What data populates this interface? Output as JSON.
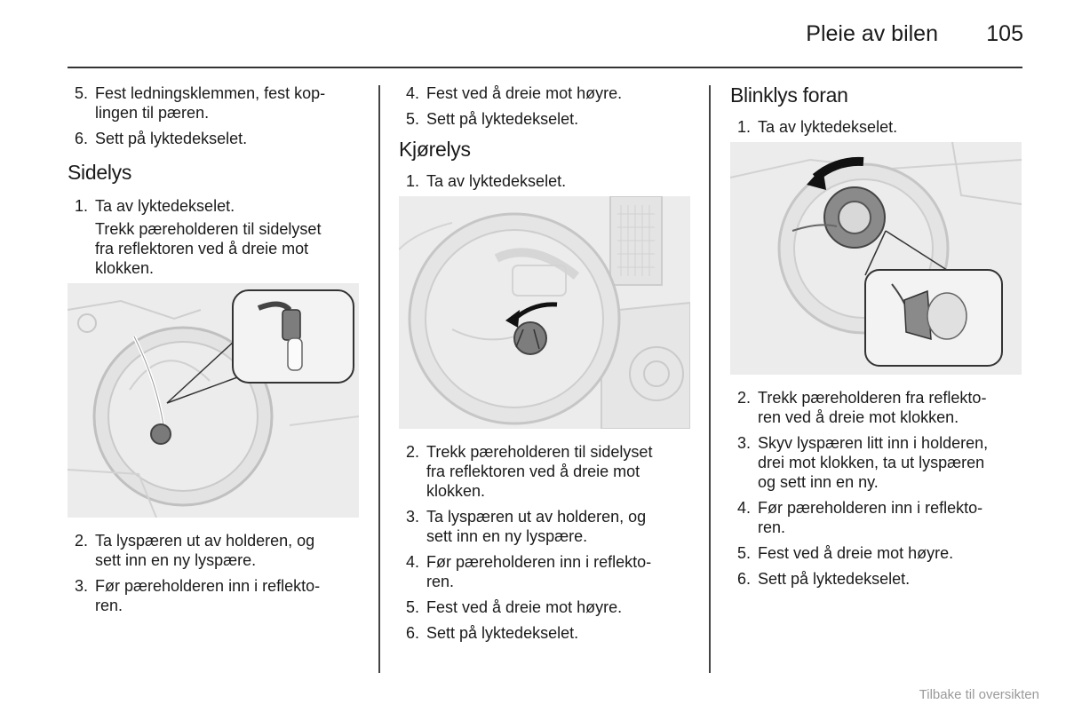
{
  "header": {
    "title": "Pleie av bilen",
    "page_number": "105"
  },
  "col1": {
    "items_top": [
      {
        "num": "5.",
        "text": "Fest ledningsklemmen, fest kop-\nlingen til pæren."
      },
      {
        "num": "6.",
        "text": "Sett på lyktedekselet."
      }
    ],
    "heading": "Sidelys",
    "step1": {
      "num": "1.",
      "text": "Ta av lyktedekselet."
    },
    "step1_note": "Trekk pæreholderen til sidelyset\nfra reflektoren ved å dreie mot\nklokken.",
    "items_bottom": [
      {
        "num": "2.",
        "text": "Ta lyspæren ut av holderen, og\nsett inn en ny lyspære."
      },
      {
        "num": "3.",
        "text": "Før pæreholderen inn i reflekto-\nren."
      }
    ]
  },
  "col2": {
    "items_top": [
      {
        "num": "4.",
        "text": "Fest ved å dreie mot høyre."
      },
      {
        "num": "5.",
        "text": "Sett på lyktedekselet."
      }
    ],
    "heading": "Kjørelys",
    "step1": {
      "num": "1.",
      "text": "Ta av lyktedekselet."
    },
    "items_bottom": [
      {
        "num": "2.",
        "text": "Trekk pæreholderen til sidelyset\nfra reflektoren ved å dreie mot\nklokken."
      },
      {
        "num": "3.",
        "text": "Ta lyspæren ut av holderen, og\nsett inn en ny lyspære."
      },
      {
        "num": "4.",
        "text": "Før pæreholderen inn i reflekto-\nren."
      },
      {
        "num": "5.",
        "text": "Fest ved å dreie mot høyre."
      },
      {
        "num": "6.",
        "text": "Sett på lyktedekselet."
      }
    ]
  },
  "col3": {
    "heading": "Blinklys foran",
    "step1": {
      "num": "1.",
      "text": "Ta av lyktedekselet."
    },
    "items_bottom": [
      {
        "num": "2.",
        "text": "Trekk pæreholderen fra reflekto-\nren ved å dreie mot klokken."
      },
      {
        "num": "3.",
        "text": "Skyv lyspæren litt inn i holderen,\ndrei mot klokken, ta ut lyspæren\nog sett inn en ny."
      },
      {
        "num": "4.",
        "text": "Før pæreholderen inn i reflekto-\nren."
      },
      {
        "num": "5.",
        "text": "Fest ved å dreie mot høyre."
      },
      {
        "num": "6.",
        "text": "Sett på lyktedekselet."
      }
    ]
  },
  "footer": {
    "link": "Tilbake til oversikten"
  }
}
